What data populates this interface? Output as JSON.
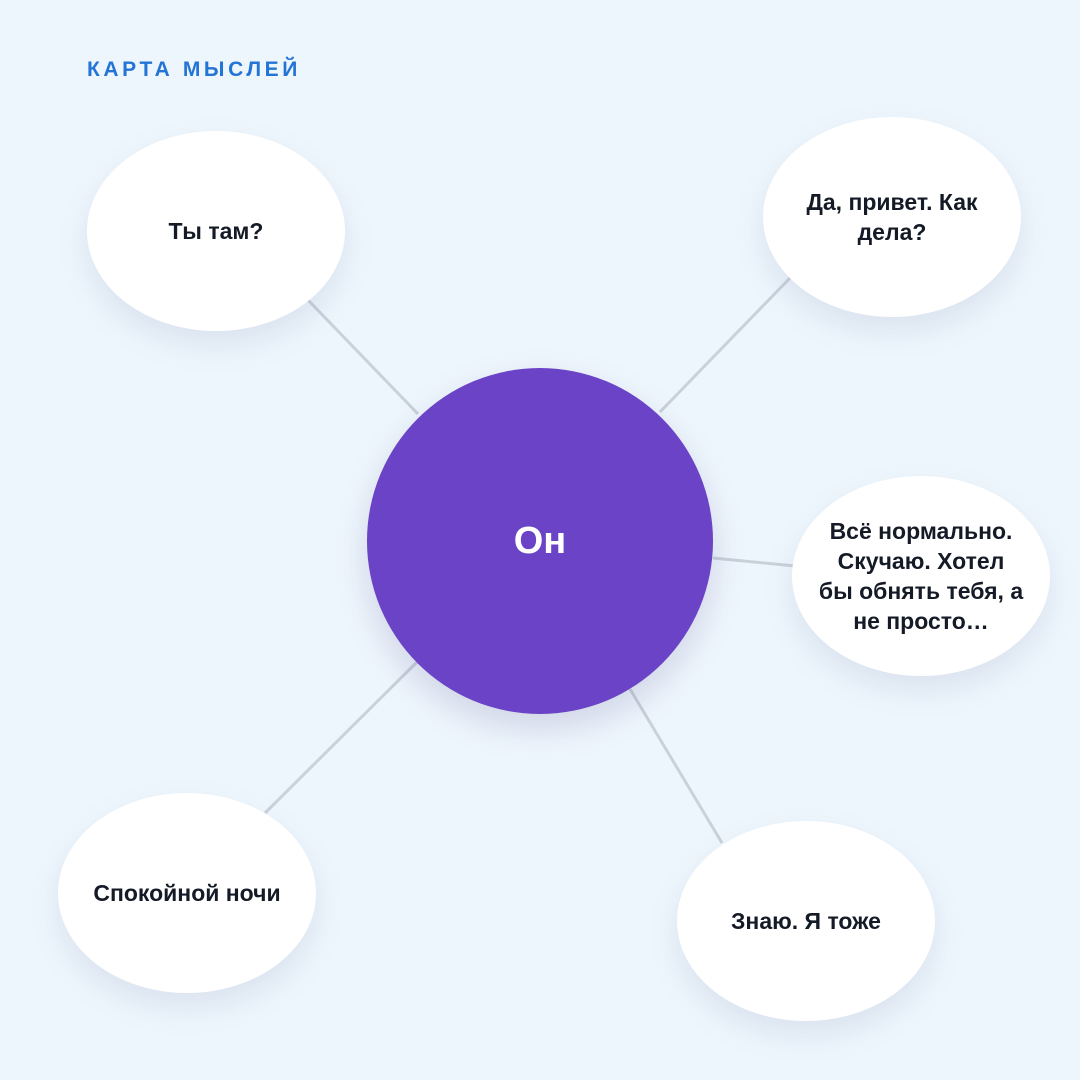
{
  "header": {
    "label": "КАРТА МЫСЛЕЙ"
  },
  "colors": {
    "background": "#eef6fd",
    "accent": "#2474d6",
    "center_node": "#6a43c6",
    "link": "#c9d1db",
    "node_text": "#141a26"
  },
  "center": {
    "text": "Он"
  },
  "nodes": [
    {
      "text": "Ты там?"
    },
    {
      "text": "Да, привет. Как дела?"
    },
    {
      "text": "Всё нормально. Скучаю. Хотел бы обнять тебя, а не просто…"
    },
    {
      "text": "Спокойной ночи"
    },
    {
      "text": "Знаю. Я тоже"
    }
  ]
}
